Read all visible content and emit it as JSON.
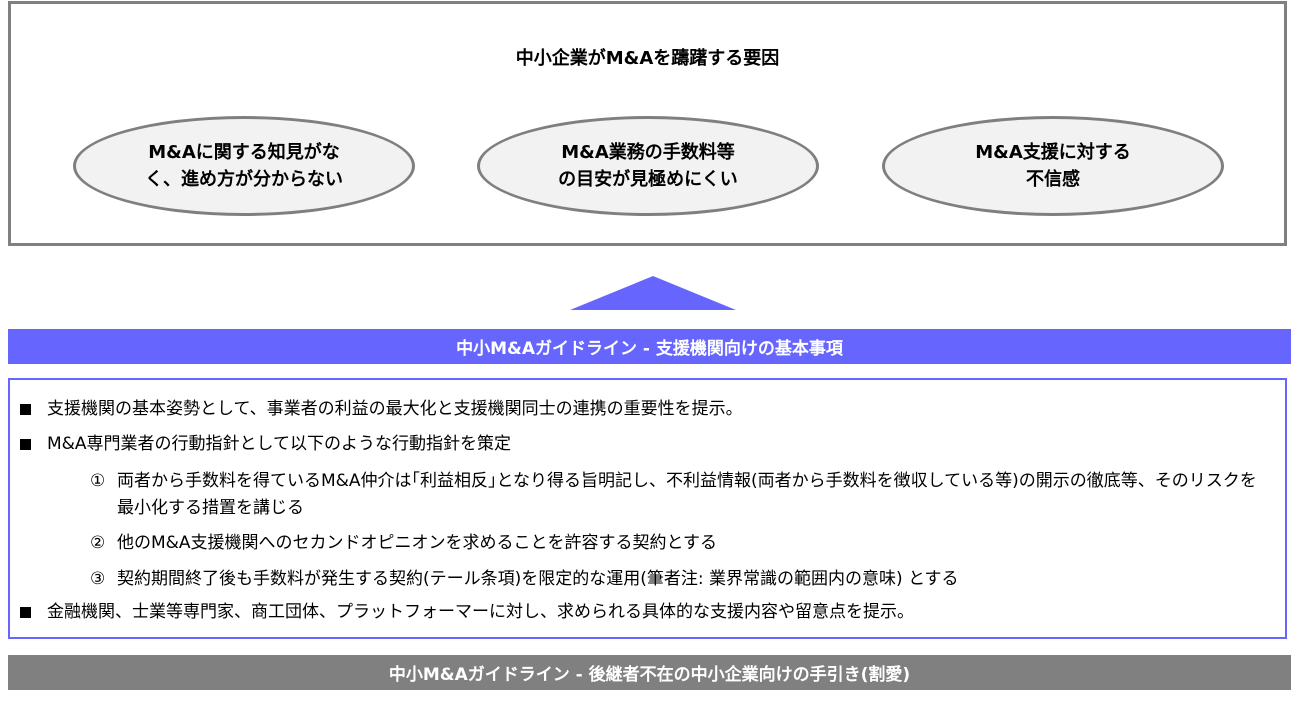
{
  "top": {
    "title": "中小企業がM&Aを躊躇する要因",
    "factors": [
      {
        "line1": "M&Aに関する知見がな",
        "line2": "く、進め方が分からない"
      },
      {
        "line1": "M&A業務の手数料等",
        "line2": "の目安が見極めにくい"
      },
      {
        "line1": "M&A支援に対する",
        "line2": "不信感"
      }
    ]
  },
  "guideline_support": {
    "header": "中小M&Aガイドライン - 支援機関向けの基本事項",
    "bullets": [
      "支援機関の基本姿勢として、事業者の利益の最大化と支援機関同士の連携の重要性を提示。",
      "M&A専門業者の行動指針として以下のような行動指針を策定",
      "金融機関、士業等専門家、商工団体、プラットフォーマーに対し、求められる具体的な支援内容や留意点を提示。"
    ],
    "sub_items": [
      {
        "num": "①",
        "text": "両者から手数料を得ているM&A仲介は｢利益相反｣となり得る旨明記し、不利益情報(両者から手数料を徴収している等)の開示の徹底等、そのリスクを最小化する措置を講じる"
      },
      {
        "num": "②",
        "text": "他のM&A支援機関へのセカンドオピニオンを求めることを許容する契約とする"
      },
      {
        "num": "③",
        "text": "契約期間終了後も手数料が発生する契約(テール条項)を限定的な運用(筆者注: 業界常識の範囲内の意味) とする"
      }
    ]
  },
  "guideline_smes": {
    "header": "中小M&Aガイドライン - 後継者不在の中小企業向けの手引き(割愛)"
  },
  "colors": {
    "accent": "#6666ff",
    "gray": "#808080",
    "ellipse_fill": "#f2f2f2"
  }
}
